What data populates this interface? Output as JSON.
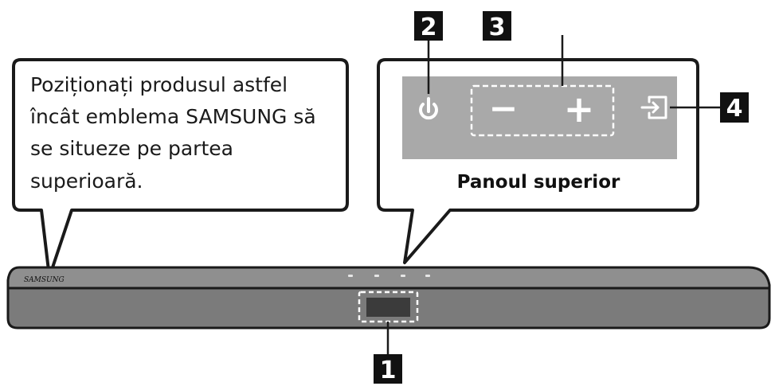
{
  "note": {
    "lines": [
      "Poziționați produsul astfel",
      "încât emblema SAMSUNG să",
      "se situeze pe partea",
      "superioară."
    ]
  },
  "panel": {
    "caption": "Panoul superior",
    "minus_symbol": "−",
    "plus_symbol": "+"
  },
  "bar": {
    "brand_logo": "SAMSUNG"
  },
  "labels": {
    "display": "1",
    "power": "2",
    "volume": "3",
    "source": "4"
  },
  "icons": {
    "power": "power-icon",
    "source": "source-input-icon"
  },
  "colors": {
    "outline": "#1a1a1a",
    "panel_fill": "#a9a9a9",
    "bar_top": "#8f8f8f",
    "bar_front": "#7b7b7b",
    "label_bg": "#111111"
  }
}
